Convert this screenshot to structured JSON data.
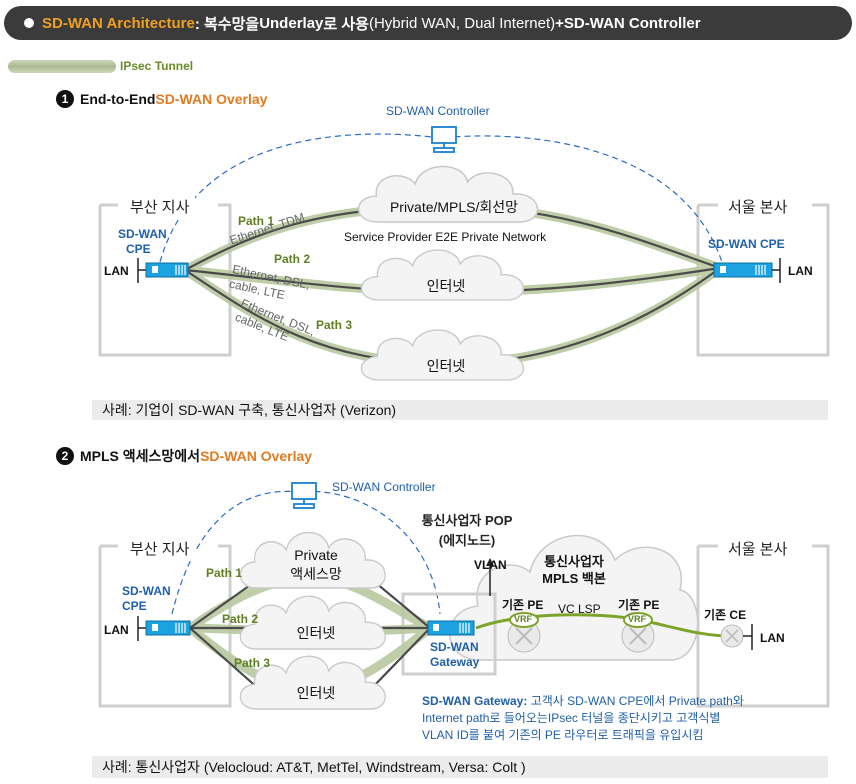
{
  "header": {
    "part1": "SD-WAN Architecture",
    "part2": ": 복수망을 ",
    "part3": "Underlay",
    "part4": "로 사용 ",
    "part5": "(Hybrid WAN, Dual Internet)",
    "part6": " + ",
    "part7": "SD-WAN Controller"
  },
  "legend": {
    "label": "IPsec Tunnel"
  },
  "section1": {
    "number": "1",
    "title_black": "End-to-End ",
    "title_orange": "SD-WAN Overlay",
    "controller": "SD-WAN Controller",
    "left_site": "부산 지사",
    "right_site": "서울 본사",
    "left_cpe": [
      "SD-WAN",
      "CPE"
    ],
    "right_cpe": "SD-WAN CPE",
    "lan_left": "LAN",
    "lan_right": "LAN",
    "path1": "Path 1",
    "path2": "Path 2",
    "path3": "Path 3",
    "path1_media": "Ethernet, TDM",
    "path2_media": [
      "Ethernet, DSL,",
      "cable,  LTE"
    ],
    "path3_media": [
      "Ethernet, DSL,",
      "cable,  LTE"
    ],
    "cloud1": "Private/MPLS/회선망",
    "cloud1_sub": "Service Provider E2E Private Network",
    "cloud2": "인터넷",
    "cloud3": "인터넷",
    "case": "사례: 기업이 SD-WAN 구축, 통신사업자 (Verizon)"
  },
  "section2": {
    "number": "2",
    "title_black": "MPLS 액세스망에서 ",
    "title_orange": "SD-WAN Overlay",
    "controller": "SD-WAN Controller",
    "left_site": "부산 지사",
    "right_site": "서울 본사",
    "left_cpe": [
      "SD-WAN",
      "CPE"
    ],
    "lan_left": "LAN",
    "lan_right": "LAN",
    "path1": "Path 1",
    "path2": "Path 2",
    "path3": "Path 3",
    "cloud1": [
      "Private",
      "액세스망"
    ],
    "cloud2": "인터넷",
    "cloud3": "인터넷",
    "pop": [
      "통신사업자 POP",
      "(에지노드)"
    ],
    "vlan": "VLAN",
    "backbone": [
      "통신사업자",
      "MPLS 백본"
    ],
    "pe_left": "기존 PE",
    "pe_right": "기존 PE",
    "vc_lsp": "VC LSP",
    "vrf": "VRF",
    "ce": "기존 CE",
    "gateway": [
      "SD-WAN",
      "Gateway"
    ],
    "note_title": "SD-WAN Gateway:",
    "note_lines": [
      " 고객사 SD-WAN CPE에서 Private path와",
      "Internet path로 들어오는IPsec 터널을 종단시키고 고객식별",
      "VLAN ID를 붙여 기존의 PE 라우터로 트래픽을 유입시킴"
    ],
    "case": "사례: 통신사업자 (Velocloud: AT&T, MetTel, Windstream, Versa: Colt )"
  },
  "colors": {
    "tunnel": "#b9c8a0",
    "accent_orange": "#e07b20",
    "controller_blue": "#1f5fa8",
    "device_blue": "#1aa3e0"
  }
}
